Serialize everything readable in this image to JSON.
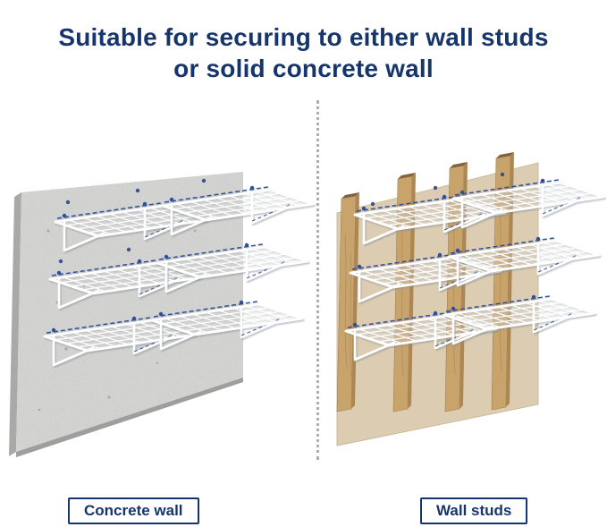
{
  "title": {
    "line1": "Suitable for securing to either wall studs",
    "line2": "or solid concrete wall"
  },
  "labels": {
    "left": "Concrete wall",
    "right": "Wall studs"
  },
  "illustrations": {
    "left": "concrete-wall-with-wire-shelves-illustration",
    "right": "wood-wall-studs-with-wire-shelves-illustration"
  },
  "colors": {
    "title_color": "#17356d",
    "label_color": "#17356d",
    "label_border": "#17356d",
    "accent_blue": "#2e4f9e",
    "screw_navy": "#2a4782",
    "concrete_gray": "#c8c8c6",
    "concrete_edge": "#a9a9a7",
    "concrete_bottom": "#9e9e9c",
    "wood_tan": "#c9a36c",
    "wood_dark": "#82613c",
    "wood_side": "#ab8753",
    "panel_beige": "#dccdb2",
    "panel_edge": "#cbbb9b",
    "divider_gray": "#a9afb5",
    "wire_white": "#ffffff"
  }
}
